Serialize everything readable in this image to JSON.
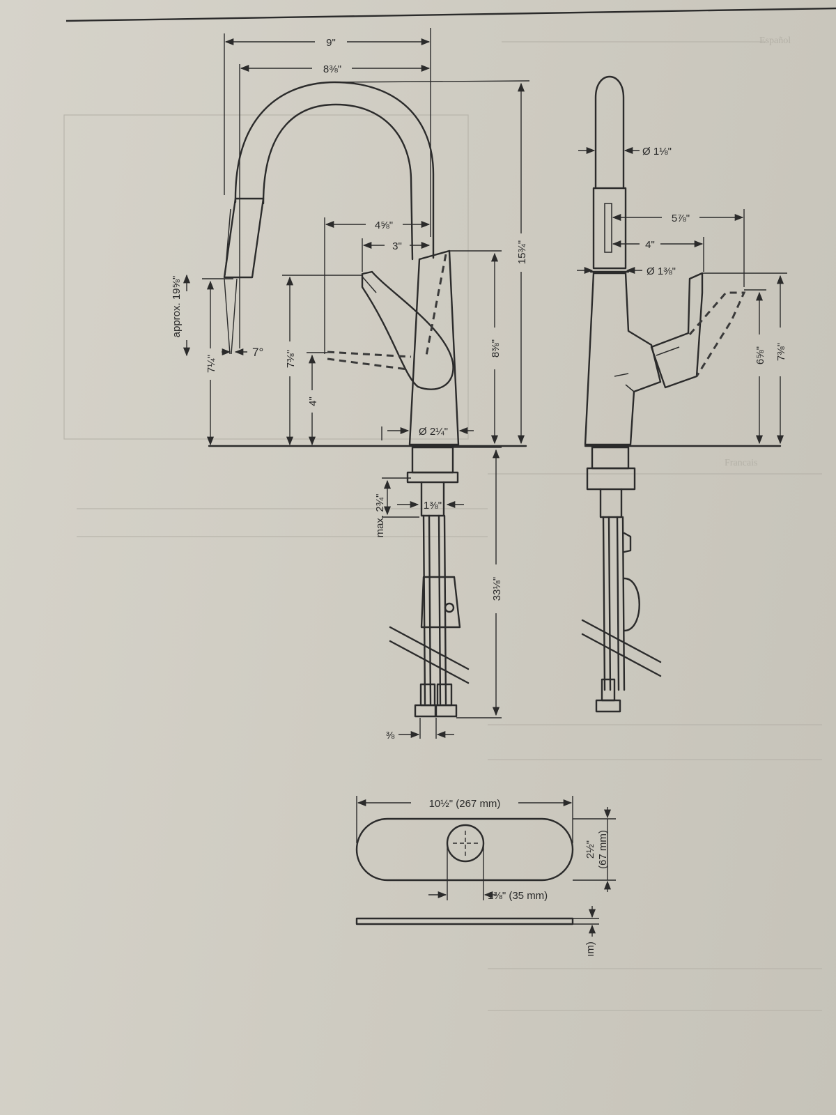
{
  "front_view": {
    "width_outer": "9\"",
    "width_inner": "8⅜\"",
    "handle_reach": "4⅝\"",
    "handle_offset": "3\"",
    "total_height": "15¾\"",
    "body_height": "8⅜\"",
    "handle_height": "7⅜\"",
    "handle_low": "4\"",
    "spray_height": "7¼\"",
    "pullout_reach": "approx. 19⅝\"",
    "spray_angle": "7°",
    "base_diameter": "Ø 2¼\"",
    "shank_diameter": "1⅜\"",
    "max_deck": "max. 2¾\"",
    "hose_length": "33⅛\"",
    "connection": "⅜"
  },
  "side_view": {
    "spout_diameter": "Ø 1⅛\"",
    "handle_depth_outer": "5⅞\"",
    "handle_depth_inner": "4\"",
    "neck_diameter": "Ø 1⅜\"",
    "handle_height_low": "6⅝\"",
    "handle_height_high": "7⅜\""
  },
  "plate": {
    "length": "10½\" (267 mm)",
    "width": "2½\"",
    "width_mm": "(67 mm)",
    "hole": "1⅜\" (35 mm)",
    "thickness_cut": "ım)"
  },
  "background_text": {
    "ghost_1": "Español",
    "ghost_2": "Francais"
  }
}
